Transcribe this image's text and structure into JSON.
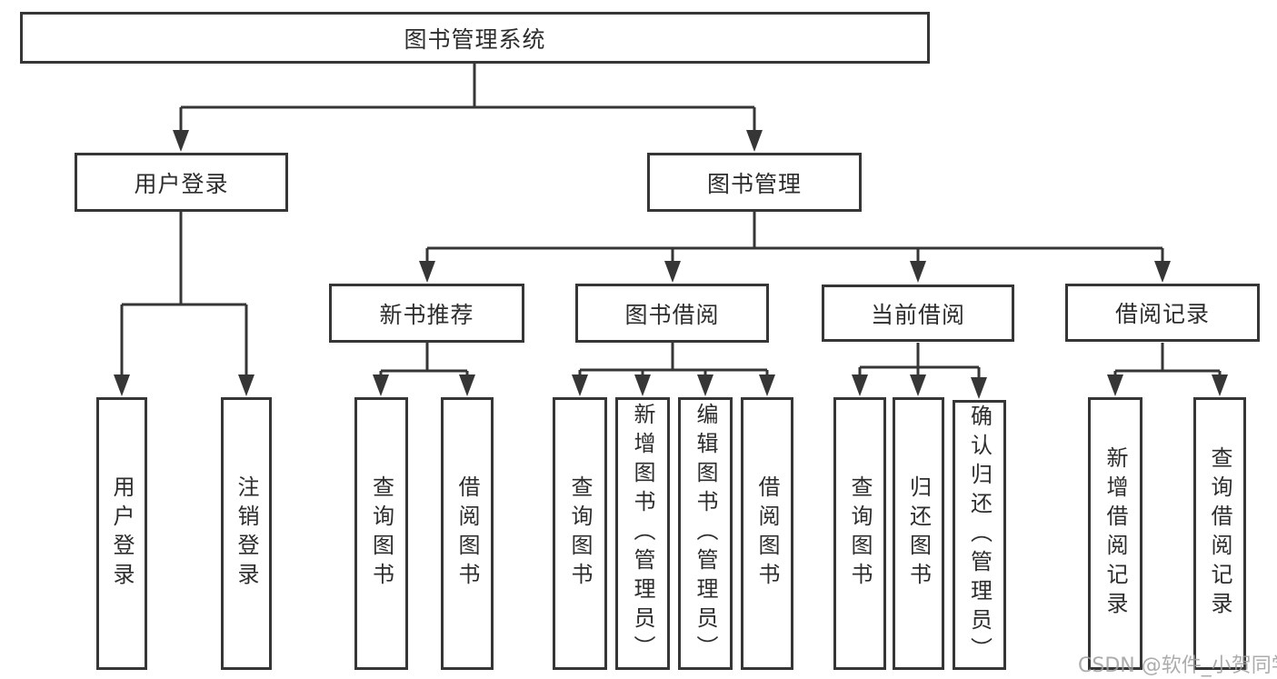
{
  "diagram": {
    "root": {
      "label": "图书管理系统"
    },
    "level2": {
      "user_login": {
        "label": "用户登录"
      },
      "book_mgmt": {
        "label": "图书管理"
      }
    },
    "level3": {
      "new_book_rec": {
        "label": "新书推荐"
      },
      "book_borrow": {
        "label": "图书借阅"
      },
      "current_borrow": {
        "label": "当前借阅"
      },
      "borrow_records": {
        "label": "借阅记录"
      }
    },
    "leaves": {
      "user_login": {
        "label": "用户登录"
      },
      "logout": {
        "label": "注销登录"
      },
      "rec_query_books": {
        "label": "查询图书"
      },
      "rec_borrow_books": {
        "label": "借阅图书"
      },
      "bb_query_books": {
        "label": "查询图书"
      },
      "bb_add_books": {
        "label": "新增图书（管理员）"
      },
      "bb_edit_books": {
        "label": "编辑图书（管理员）"
      },
      "bb_borrow_books": {
        "label": "借阅图书"
      },
      "cb_query_books": {
        "label": "查询图书"
      },
      "cb_return_books": {
        "label": "归还图书"
      },
      "cb_confirm_return": {
        "label": "确认归还（管理员）"
      },
      "br_add_record": {
        "label": "新增借阅记录"
      },
      "br_query_record": {
        "label": "查询借阅记录"
      }
    },
    "colors": {
      "line": "#363636",
      "box_background": "#ffffff",
      "text": "#2d2d2d",
      "watermark": "#9e9e9e"
    }
  },
  "watermark": {
    "text": "CSDN @软件_小贺同学"
  }
}
